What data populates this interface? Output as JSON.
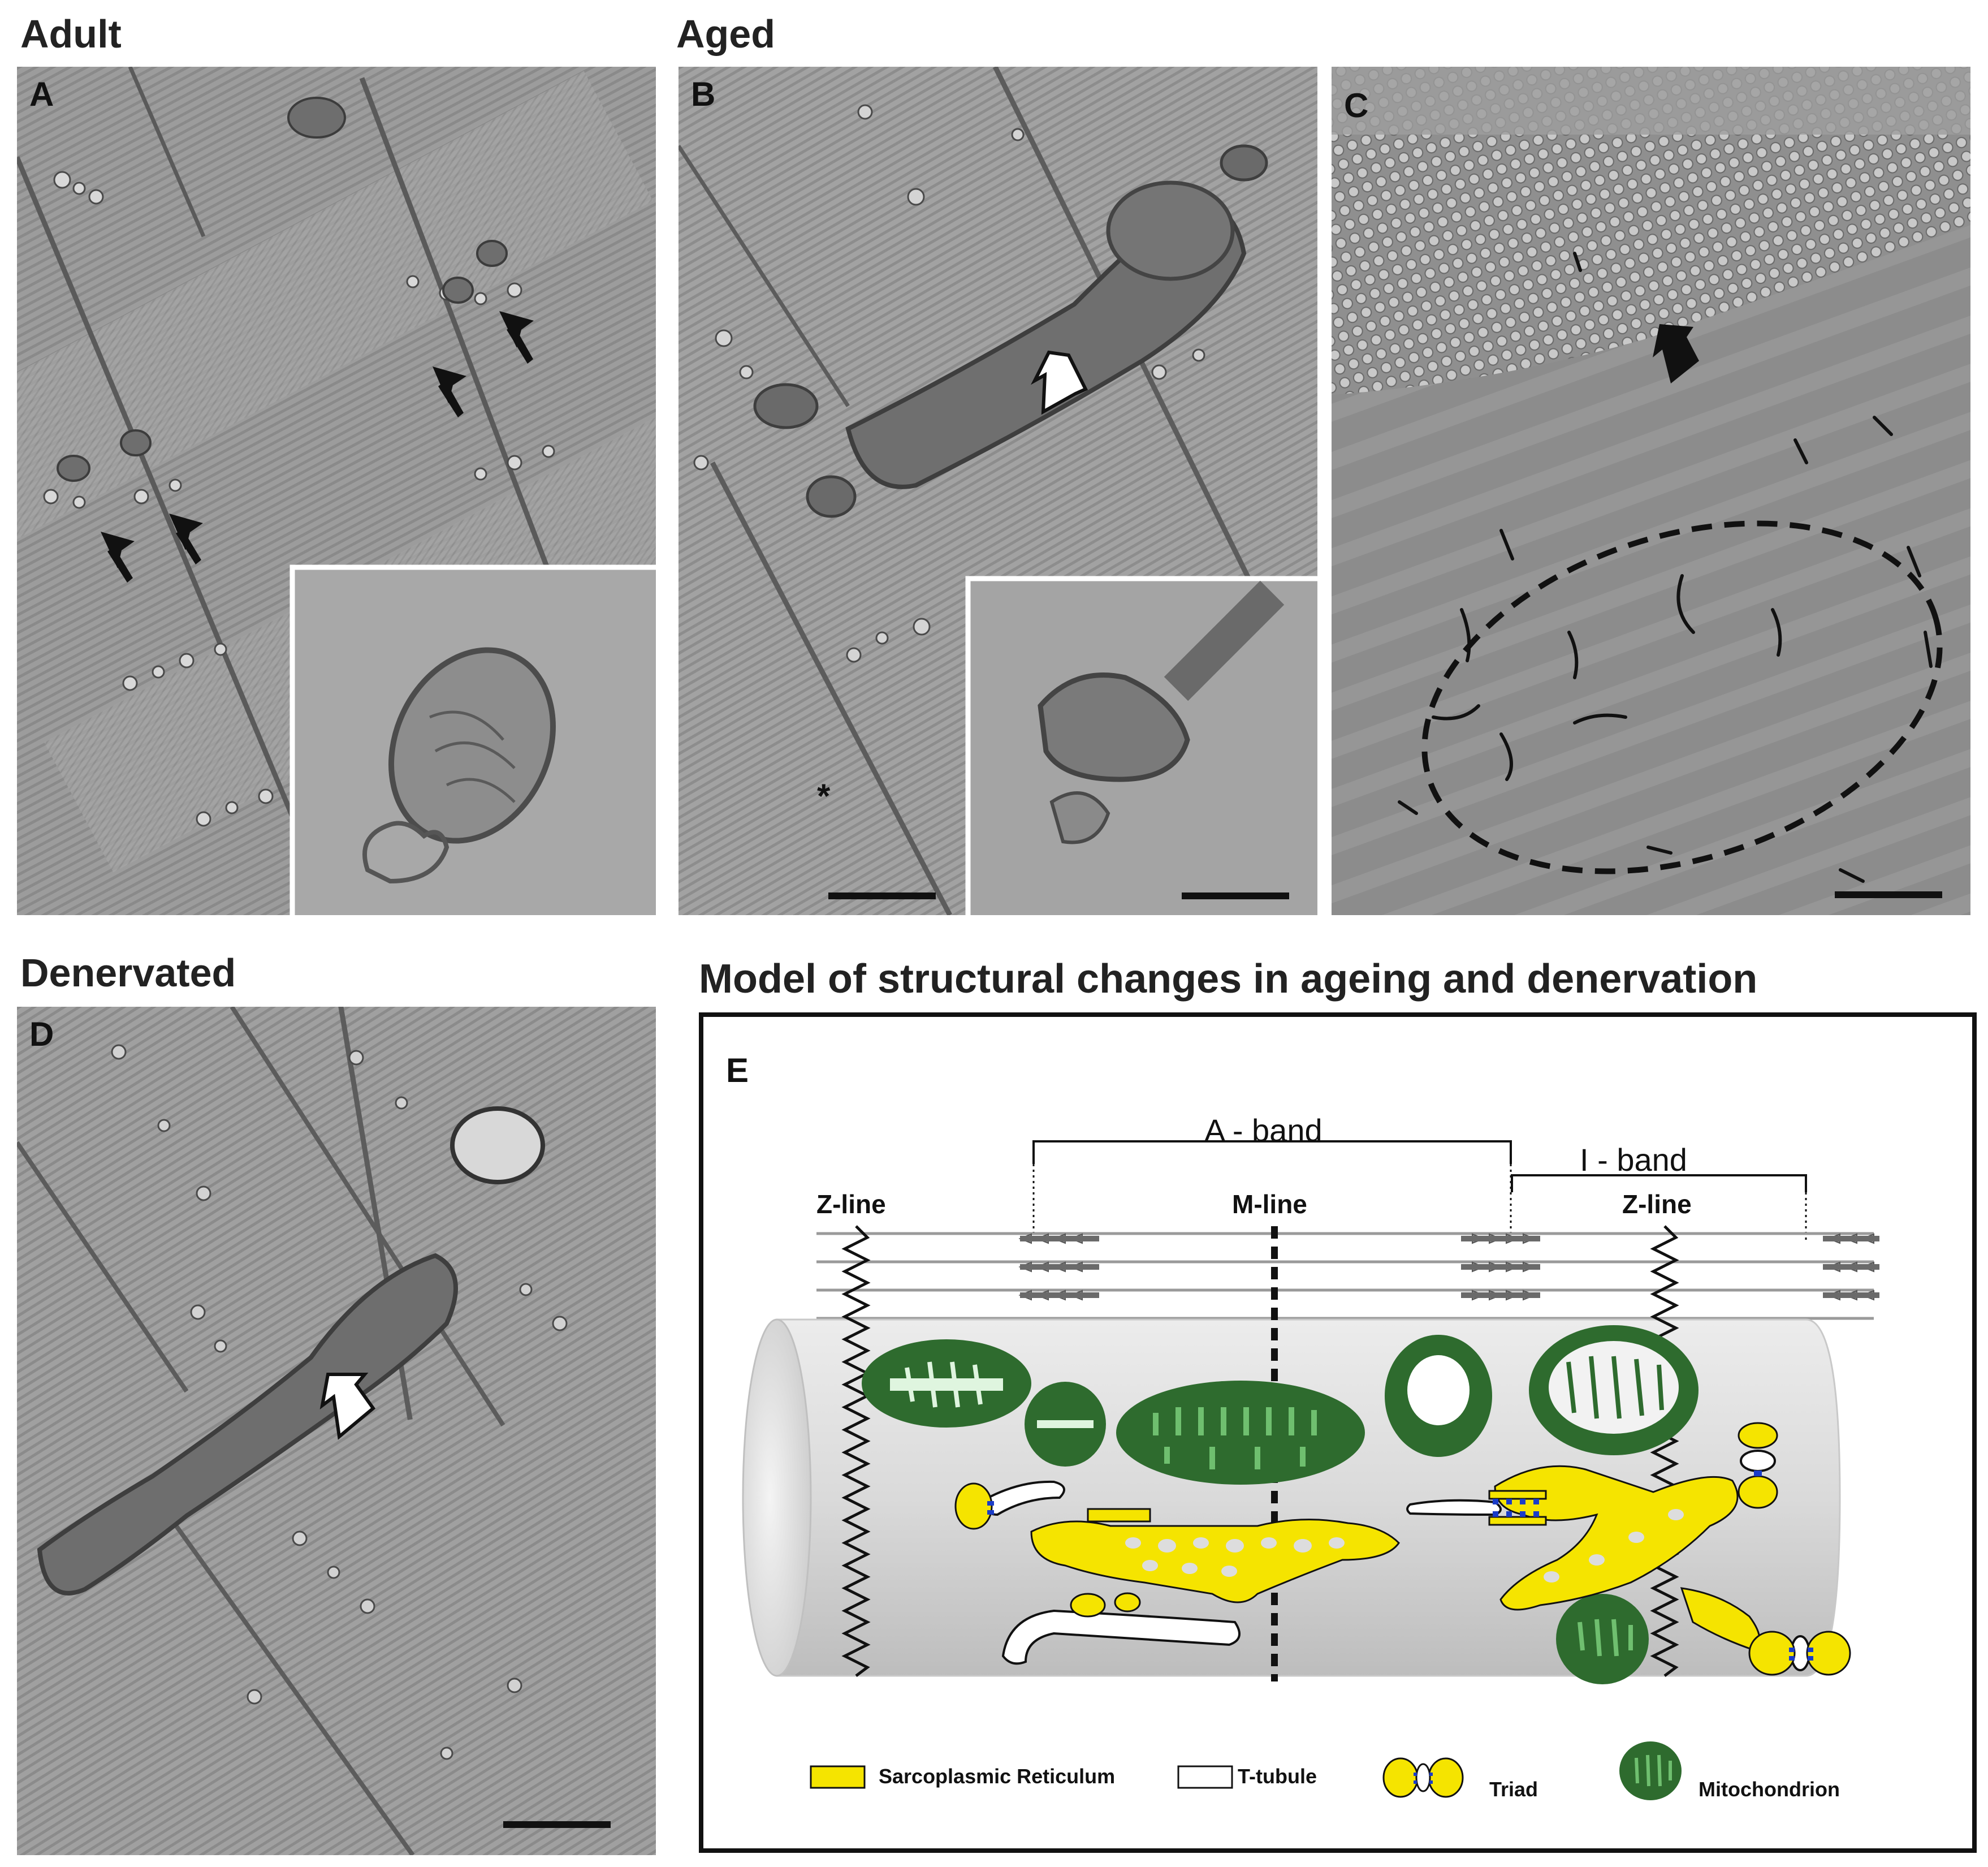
{
  "headings": {
    "adult": "Adult",
    "aged": "Aged",
    "denervated": "Denervated",
    "model": "Model of  structural changes in ageing and denervation"
  },
  "panels": {
    "a": "A",
    "b": "B",
    "c": "C",
    "d": "D",
    "e": "E"
  },
  "model": {
    "a_band": "A - band",
    "i_band": "I - band",
    "z_line_left": "Z-line",
    "m_line": "M-line",
    "z_line_right": "Z-line",
    "legend": {
      "sr": "Sarcoplasmic Reticulum",
      "tt": "T-tubule",
      "triad": "Triad",
      "mito": "Mitochondrion"
    },
    "colors": {
      "sr": "#f5e400",
      "mito": "#2e6b2e",
      "tt": "#ffffff",
      "junction": "#1a3cc8"
    }
  },
  "micrograph_annotations": {
    "asterisk": "*"
  }
}
